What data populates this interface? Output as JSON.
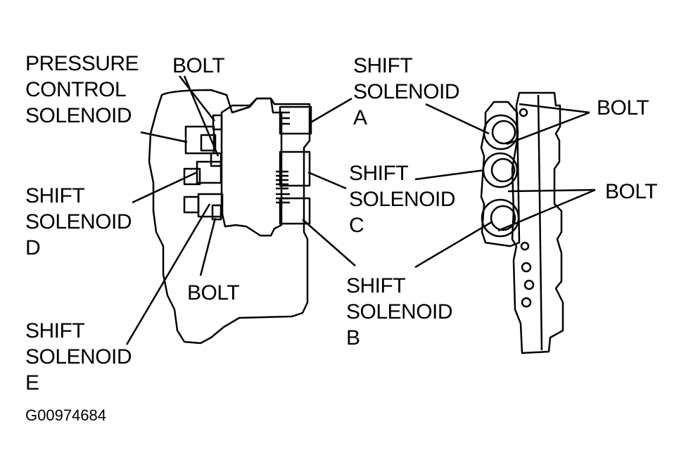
{
  "labels": {
    "pressure_control_solenoid": [
      "PRESSURE",
      "CONTROL",
      "SOLENOID"
    ],
    "bolt_top_left": "BOLT",
    "shift_solenoid_a": [
      "SHIFT",
      "SOLENOID",
      "A"
    ],
    "bolt_right_top": "BOLT",
    "shift_solenoid_c": [
      "SHIFT",
      "SOLENOID",
      "C"
    ],
    "bolt_right_mid": "BOLT",
    "shift_solenoid_d": [
      "SHIFT",
      "SOLENOID",
      "D"
    ],
    "bolt_bottom_left": "BOLT",
    "shift_solenoid_b": [
      "SHIFT",
      "SOLENOID",
      "B"
    ],
    "shift_solenoid_e": [
      "SHIFT",
      "SOLENOID",
      "E"
    ]
  },
  "figure_id": "G00974684",
  "colors": {
    "ink": "#000000",
    "paper": "#ffffff"
  }
}
